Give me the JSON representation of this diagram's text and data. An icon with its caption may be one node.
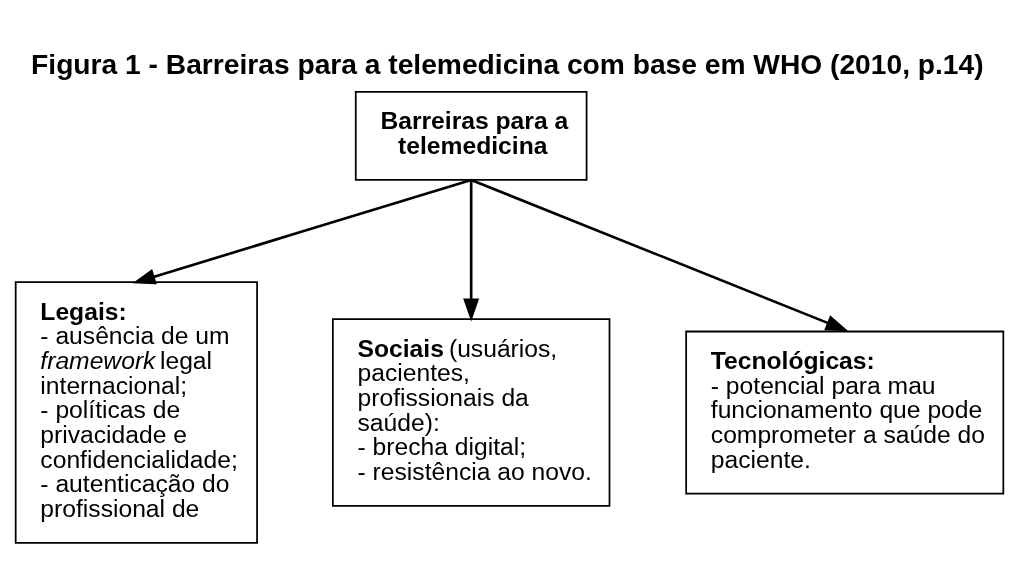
{
  "diagram": {
    "title": "Figura 1 - Barreiras para a telemedicina com base em WHO (2010, p.14)",
    "nodes": [
      {
        "text": [
          "**Barreiras para a telemedicina**"
        ]
      },
      {
        "text": [
          "**Legais:**",
          "- ausência de um *framework* legal internacional;",
          "- políticas de privacidade e confidencialidade;",
          "- autenticação do profissional de"
        ]
      },
      {
        "text": [
          "**Sociais** (usuários, pacientes, profissionais da saúde):",
          "- brecha digital;",
          "- resistência ao novo."
        ]
      },
      {
        "text": [
          "**Tecnológicas:**",
          "- potencial para mau funcionamento que pode comprometer a saúde do paciente."
        ]
      }
    ],
    "edges": [
      {
        "from": 0,
        "to": 1,
        "arrow": "to"
      },
      {
        "from": 0,
        "to": 2,
        "arrow": "to"
      },
      {
        "from": 0,
        "to": 3,
        "arrow": "to"
      }
    ]
  }
}
